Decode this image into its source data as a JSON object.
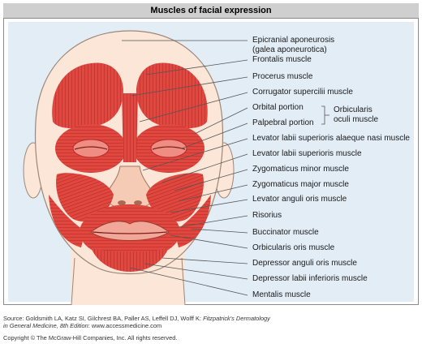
{
  "title": "Muscles of facial expression",
  "labels": {
    "epicranial": "Epicranial aponeurosis",
    "galea": "(galea aponeurotica)",
    "frontalis": "Frontalis muscle",
    "procerus": "Procerus muscle",
    "corrugator": "Corrugator supercilii muscle",
    "orbital": "Orbital portion",
    "palpebral": "Palpebral portion",
    "orbicularis_oculi_1": "Orbicularis",
    "orbicularis_oculi_2": "oculi muscle",
    "levator_alaeque": "Levator labii superioris alaeque nasi muscle",
    "levator_labii": "Levator labii superioris muscle",
    "zyg_minor": "Zygomaticus minor muscle",
    "zyg_major": "Zygomaticus major muscle",
    "levator_anguli": "Levator anguli oris muscle",
    "risorius": "Risorius",
    "buccinator": "Buccinator muscle",
    "orbicularis_oris": "Orbicularis oris muscle",
    "depressor_anguli": "Depressor anguli oris muscle",
    "depressor_labii": "Depressor labii inferioris muscle",
    "mentalis": "Mentalis muscle"
  },
  "footer": {
    "source_prefix": "Source: Goldsmith LA, Katz SI, Gilchrest BA, Paller AS, Leffell DJ, Wolff K:",
    "book_title": "Fitzpatrick's Dermatology",
    "book_title_2": "in General Medicine, 8th Edition",
    "url": ": www.accessmedicine.com",
    "copyright": "Copyright © The McGraw-Hill Companies, Inc. All rights reserved."
  },
  "colors": {
    "muscle": "#e0473f",
    "muscle_dark": "#b62a27",
    "skin": "#fbe6d8",
    "panel": "#e3edf6",
    "leader": "#555555"
  }
}
